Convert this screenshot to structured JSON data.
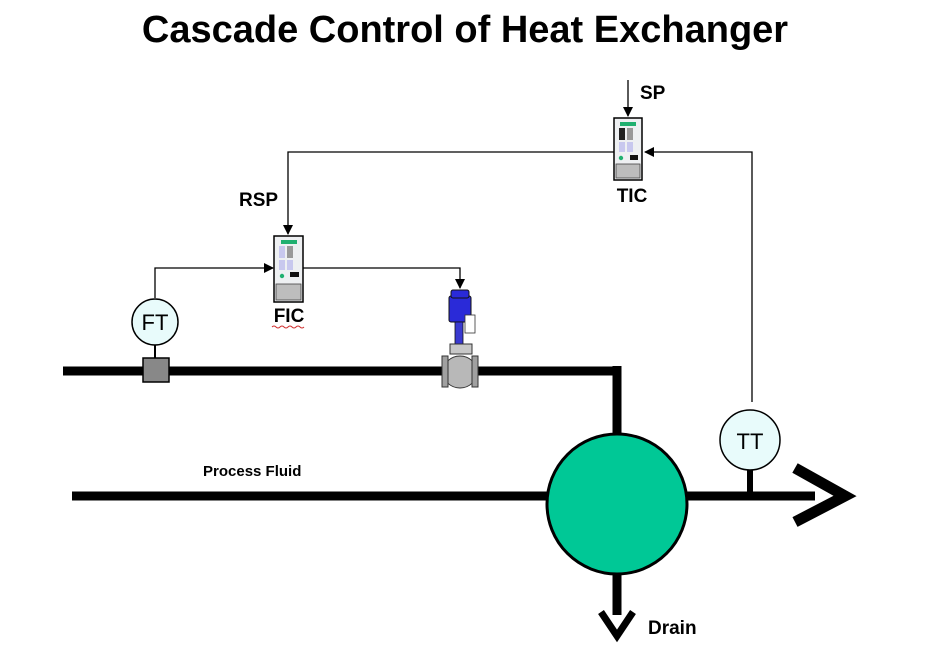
{
  "title": "Cascade Control of Heat Exchanger",
  "labels": {
    "sp": "SP",
    "rsp": "RSP",
    "tic": "TIC",
    "fic": "FIC",
    "ft": "FT",
    "tt": "TT",
    "process_fluid": "Process Fluid",
    "drain": "Drain"
  },
  "colors": {
    "heat_exchanger": "#00c896",
    "transmitter_bubble": "#e8fbfb",
    "valve_actuator": "#2a2ad8",
    "valve_body": "#b8b8b8",
    "controller_face": "#eef0f2",
    "controller_led": "#20b070",
    "flow_element": "#888888"
  },
  "icons": {
    "controller": "panel-controller-icon",
    "valve": "control-valve-icon",
    "flow_element": "orifice-flow-element-icon"
  }
}
